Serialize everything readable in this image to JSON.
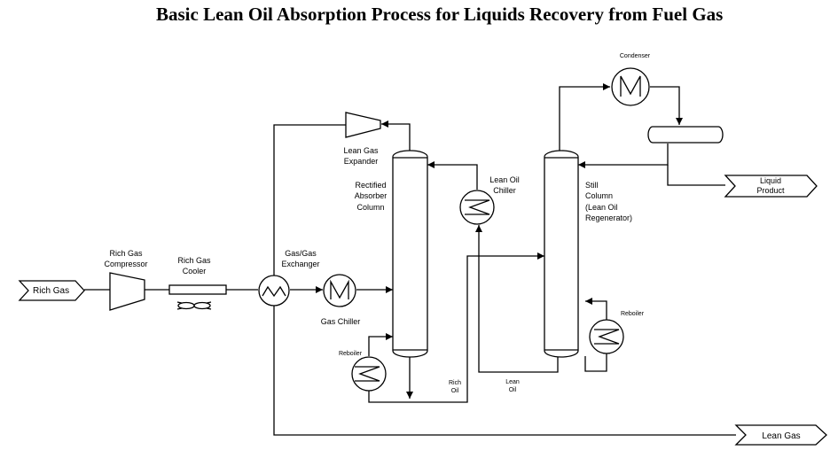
{
  "title": "Basic Lean Oil Absorption Process for Liquids Recovery from Fuel Gas",
  "streams": {
    "rich_gas": "Rich Gas",
    "lean_gas": "Lean Gas",
    "liquid_product": [
      "Liquid",
      "Product"
    ],
    "rich_oil": [
      "Rich",
      "Oil"
    ],
    "lean_oil": [
      "Lean",
      "Oil"
    ]
  },
  "equipment": {
    "rich_gas_compressor": [
      "Rich Gas",
      "Compressor"
    ],
    "rich_gas_cooler": [
      "Rich Gas",
      "Cooler"
    ],
    "gas_gas_exchanger": [
      "Gas/Gas",
      "Exchanger"
    ],
    "gas_chiller": "Gas Chiller",
    "lean_gas_expander": [
      "Lean Gas",
      "Expander"
    ],
    "rectified_absorber_column": [
      "Rectified",
      "Absorber",
      "Column"
    ],
    "absorber_reboiler": "Reboiler",
    "lean_oil_chiller": [
      "Lean Oil",
      "Chiller"
    ],
    "still_column": [
      "Still",
      "Column",
      "(Lean Oil",
      "Regenerator)"
    ],
    "still_reboiler": "Reboiler",
    "condenser": "Condenser"
  }
}
